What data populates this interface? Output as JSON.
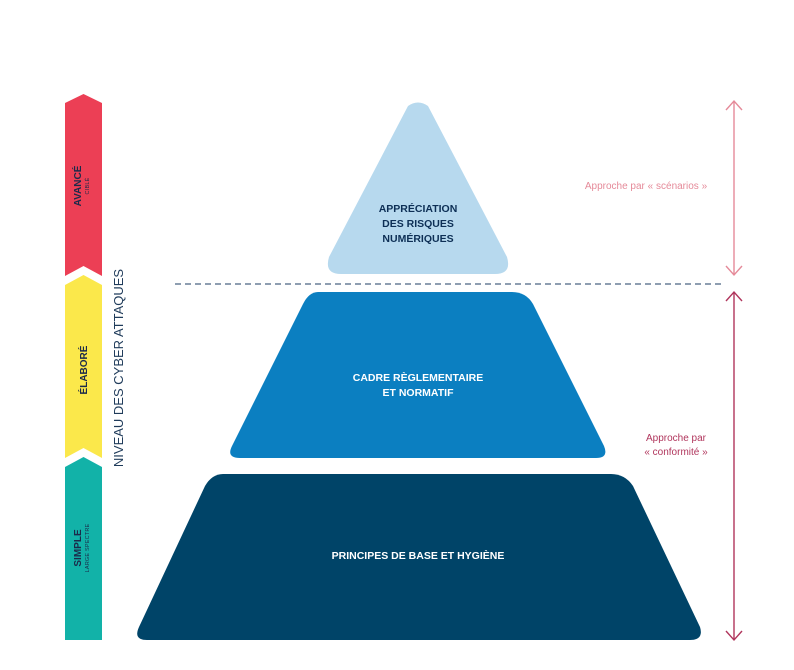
{
  "levels": [
    {
      "label": "AVANCÉ",
      "sub": "CIBLÉ",
      "color": "#ec3f55"
    },
    {
      "label": "ÉLABORÉ",
      "sub": "",
      "color": "#fbe84b"
    },
    {
      "label": "SIMPLE",
      "sub": "LARGE SPECTRE",
      "color": "#12b2a8"
    }
  ],
  "axis_title": "NIVEAU DES CYBER ATTAQUES",
  "pyramid": {
    "top": {
      "lines": [
        "APPRÉCIATION",
        "DES RISQUES",
        "NUMÉRIQUES"
      ],
      "color": "#b7d9ee"
    },
    "middle": {
      "lines": [
        "CADRE RÈGLEMENTAIRE",
        "ET NORMATIF"
      ],
      "color": "#0b7fc1"
    },
    "bottom": {
      "lines": [
        "PRINCIPES DE BASE ET HYGIÈNE"
      ],
      "color": "#004468"
    }
  },
  "approaches": {
    "scenarios": {
      "text": "Approche par « scénarios »",
      "color": "#e58a99"
    },
    "conformite": {
      "lines": [
        "Approche par",
        "« conformité »"
      ],
      "color": "#b0355c"
    }
  }
}
